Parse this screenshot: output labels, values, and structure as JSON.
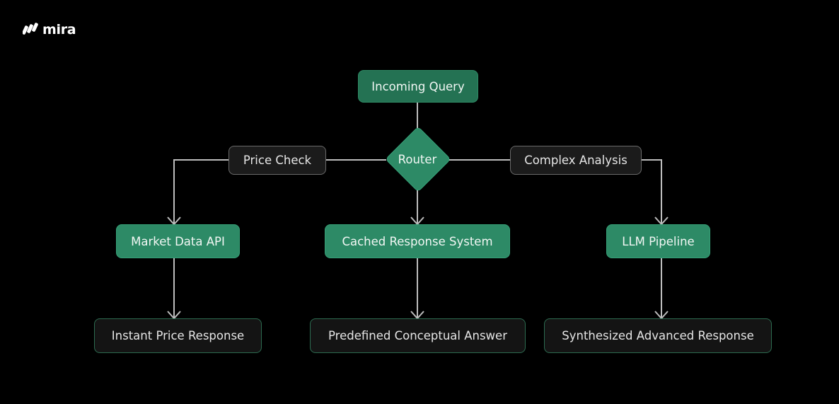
{
  "brand": {
    "name": "mira",
    "icon": "mira-logo-icon"
  },
  "colors": {
    "background": "#000000",
    "node_green": "#2d8a66",
    "outcome_border": "#2c6b50",
    "connector": "#bdbdbd"
  },
  "nodes": {
    "incoming_query": "Incoming Query",
    "router": "Router",
    "price_check": "Price Check",
    "complex_analysis": "Complex Analysis",
    "market_data_api": "Market Data API",
    "cached_response_system": "Cached Response System",
    "llm_pipeline": "LLM Pipeline",
    "instant_price_response": "Instant Price Response",
    "predefined_conceptual_answer": "Predefined Conceptual Answer",
    "synthesized_advanced_response": "Synthesized Advanced Response"
  },
  "edges": [
    {
      "from": "incoming_query",
      "to": "router"
    },
    {
      "from": "router",
      "to": "market_data_api",
      "label": "price_check"
    },
    {
      "from": "router",
      "to": "cached_response_system"
    },
    {
      "from": "router",
      "to": "llm_pipeline",
      "label": "complex_analysis"
    },
    {
      "from": "market_data_api",
      "to": "instant_price_response"
    },
    {
      "from": "cached_response_system",
      "to": "predefined_conceptual_answer"
    },
    {
      "from": "llm_pipeline",
      "to": "synthesized_advanced_response"
    }
  ]
}
